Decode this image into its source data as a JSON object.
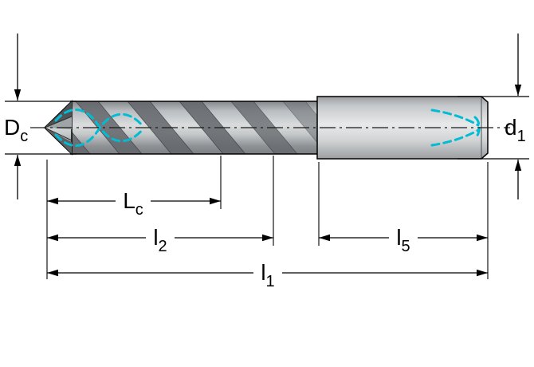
{
  "page": {
    "background": "#ffffff"
  },
  "drawing": {
    "subject": "Twist drill with internal coolant channels - dimensioned side view",
    "accent_color": "#00bcd4",
    "line_color": "#000000",
    "body_gray": "#b9bdc0",
    "shank_gray": "#d6d8d9",
    "flute_gray": "#63676b",
    "labels": {
      "dc": {
        "main": "D",
        "sub": "c"
      },
      "d1": {
        "main": "d",
        "sub": "1"
      },
      "lc": {
        "main": "L",
        "sub": "c"
      },
      "l2": {
        "main": "l",
        "sub": "2"
      },
      "l5": {
        "main": "l",
        "sub": "5"
      },
      "l1": {
        "main": "l",
        "sub": "1"
      }
    }
  }
}
